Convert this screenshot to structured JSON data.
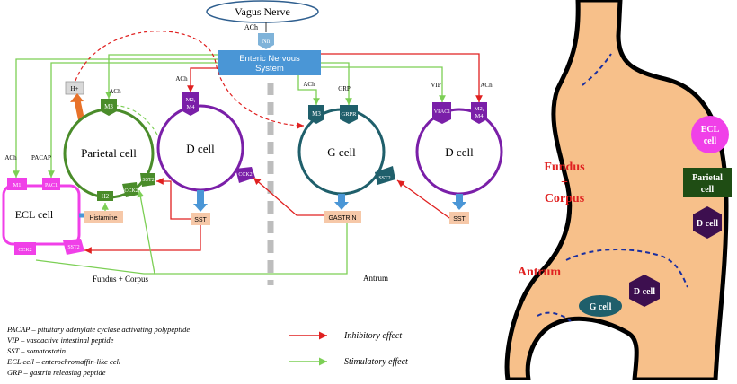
{
  "vagus": {
    "label": "Vagus Nerve",
    "ach": "ACh"
  },
  "ens": {
    "line1": "Enteric Nervous",
    "line2": "System"
  },
  "receptors": {
    "nn": "Nn",
    "m3_parietal": "M3",
    "m2m4_dcell_left_1": "M2,",
    "m2m4_dcell_left_2": "M4",
    "m3_gcell": "M3",
    "grpr": "GRPR",
    "vpac1": "VPAC1",
    "m2m4_dcell_right_1": "M2,",
    "m2m4_dcell_right_2": "M4",
    "h2": "H2",
    "cck2_parietal": "CCK2",
    "sst2_parietal": "SST2",
    "cck2_dcell": "CCK2",
    "sst2_gcell": "SST2",
    "m1_ecl": "M1",
    "pac1_ecl": "PAC1",
    "sst2_ecl": "SST2",
    "cck2_ecl": "CCK2"
  },
  "labels": {
    "ach_m3": "ACh",
    "ach_dleft": "ACh",
    "ach_gcell": "ACh",
    "grp": "GRP",
    "vip": "VIP",
    "ach_dright": "ACh",
    "ach_ecl": "ACh",
    "pacap": "PACAP",
    "hplus": "H+",
    "histamine": "Histamine",
    "sst_left": "SST",
    "gastrin": "GASTRIN",
    "sst_right": "SST",
    "fundus_corpus": "Fundus + Corpus",
    "antrum": "Antrum"
  },
  "cells": {
    "parietal": "Parietal cell",
    "dcell_left": "D cell",
    "gcell": "G cell",
    "dcell_right": "D cell",
    "ecl": "ECL cell"
  },
  "legend": {
    "abbr": [
      "PACAP – pituitary adenylate cyclase activating polypeptide",
      "VIP – vasoactive intestinal peptide",
      "SST – somatostatin",
      "ECL cell – enterochromaffin-like cell",
      "GRP – gastrin releasing peptide"
    ],
    "inhibitory": "Inhibitory effect",
    "stimulatory": "Stimulatory effect"
  },
  "stomach": {
    "fundus": "Fundus",
    "plus": "+",
    "corpus": "Corpus",
    "antrum": "Antrum",
    "ecl_1": "ECL",
    "ecl_2": "cell",
    "parietal_1": "Parietal",
    "parietal_2": "cell",
    "dcell_upper": "D cell",
    "dcell_lower": "D cell",
    "gcell": "G cell"
  },
  "colors": {
    "stimulatory": "#7ccf55",
    "inhibitory": "#e02020",
    "parietal": "#4a8c2a",
    "dcell": "#7a1fa8",
    "gcell": "#1f5f6b",
    "ecl": "#f040e8",
    "ens": "#4a96d6",
    "stomach": "#f7c08a"
  }
}
